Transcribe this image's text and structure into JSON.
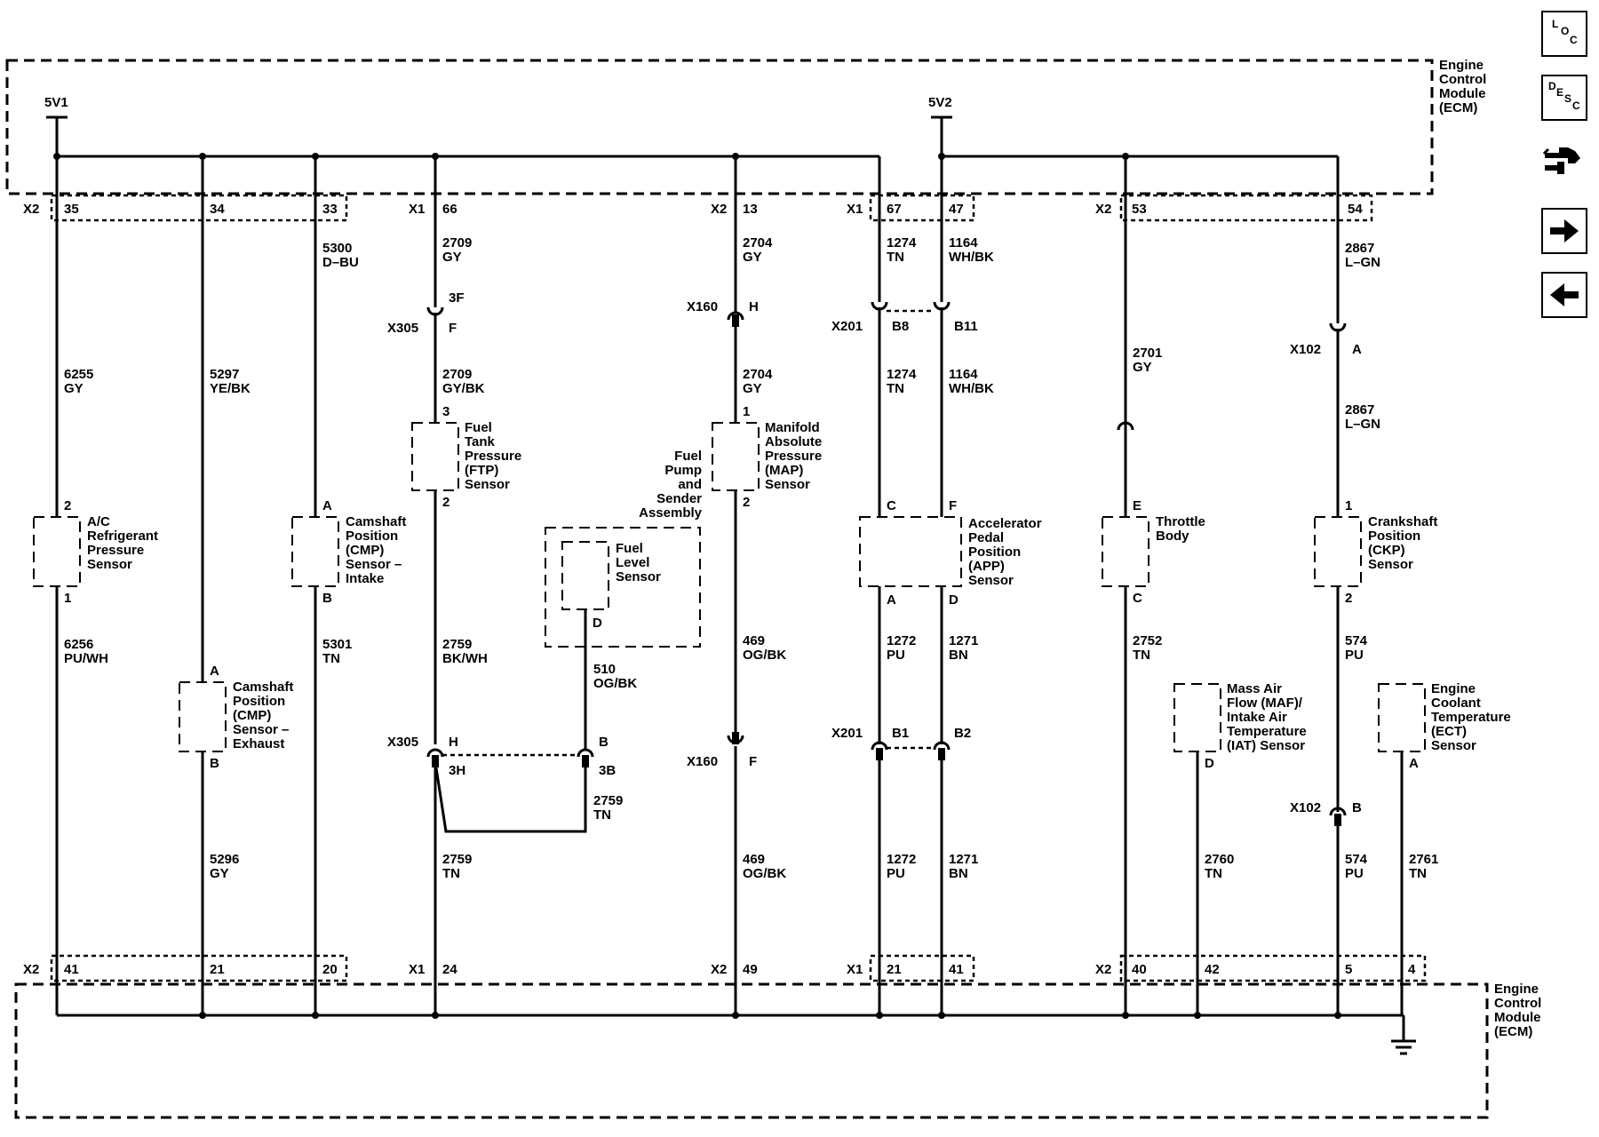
{
  "ecm": {
    "name_top": [
      "Engine",
      "Control",
      "Module",
      "(ECM)"
    ],
    "name_bottom": [
      "Engine",
      "Control",
      "Module",
      "(ECM)"
    ]
  },
  "supplies": {
    "v1": "5V1",
    "v2": "5V2"
  },
  "top_connectors": {
    "c1": {
      "id": "X2",
      "pins": [
        "35",
        "34",
        "33"
      ]
    },
    "c2": {
      "id": "X1",
      "pins": [
        "66"
      ]
    },
    "c3": {
      "id": "X2",
      "pins": [
        "13"
      ]
    },
    "c4": {
      "id": "X1",
      "pins": [
        "67",
        "47"
      ]
    },
    "c5": {
      "id": "X2",
      "pins": [
        "53",
        "54"
      ]
    }
  },
  "bottom_connectors": {
    "c1": {
      "id": "X2",
      "pins": [
        "41",
        "21",
        "20"
      ]
    },
    "c2": {
      "id": "X1",
      "pins": [
        "24"
      ]
    },
    "c3": {
      "id": "X2",
      "pins": [
        "49"
      ]
    },
    "c4": {
      "id": "X1",
      "pins": [
        "21",
        "41"
      ]
    },
    "c5": {
      "id": "X2",
      "pins": [
        "40",
        "42",
        "5",
        "4"
      ]
    }
  },
  "inline": {
    "x305": {
      "id": "X305",
      "p1a": "3F",
      "p1b": "F",
      "p2a": "H",
      "p2b": "3H",
      "p3a": "B",
      "p3b": "3B"
    },
    "x160": {
      "id": "X160",
      "p1": "H",
      "p2": "F"
    },
    "x201": {
      "id": "X201",
      "p1": "B8",
      "p2": "B11",
      "p3": "B1",
      "p4": "B2"
    },
    "x102": {
      "id": "X102",
      "p1": "A",
      "p2": "B"
    }
  },
  "wires": {
    "w6255": [
      "6255",
      "GY"
    ],
    "w6256": [
      "6256",
      "PU/WH"
    ],
    "w5297": [
      "5297",
      "YE/BK"
    ],
    "w5296": [
      "5296",
      "GY"
    ],
    "w5300": [
      "5300",
      "D–BU"
    ],
    "w5301": [
      "5301",
      "TN"
    ],
    "w2709a": [
      "2709",
      "GY"
    ],
    "w2709b": [
      "2709",
      "GY/BK"
    ],
    "w2759a": [
      "2759",
      "BK/WH"
    ],
    "w2759b": [
      "2759",
      "TN"
    ],
    "w2759c": [
      "2759",
      "TN"
    ],
    "w510": [
      "510",
      "OG/BK"
    ],
    "w2704a": [
      "2704",
      "GY"
    ],
    "w2704b": [
      "2704",
      "GY"
    ],
    "w469a": [
      "469",
      "OG/BK"
    ],
    "w469b": [
      "469",
      "OG/BK"
    ],
    "w1274a": [
      "1274",
      "TN"
    ],
    "w1274b": [
      "1274",
      "TN"
    ],
    "w1164a": [
      "1164",
      "WH/BK"
    ],
    "w1164b": [
      "1164",
      "WH/BK"
    ],
    "w1272a": [
      "1272",
      "PU"
    ],
    "w1272b": [
      "1272",
      "PU"
    ],
    "w1271a": [
      "1271",
      "BN"
    ],
    "w1271b": [
      "1271",
      "BN"
    ],
    "w2701": [
      "2701",
      "GY"
    ],
    "w2752": [
      "2752",
      "TN"
    ],
    "w2760": [
      "2760",
      "TN"
    ],
    "w2867a": [
      "2867",
      "L–GN"
    ],
    "w2867b": [
      "2867",
      "L–GN"
    ],
    "w574a": [
      "574",
      "PU"
    ],
    "w574b": [
      "574",
      "PU"
    ],
    "w2761": [
      "2761",
      "TN"
    ]
  },
  "components": {
    "ac": {
      "label": [
        "A/C",
        "Refrigerant",
        "Pressure",
        "Sensor"
      ],
      "pin_top": "2",
      "pin_bot": "1"
    },
    "cmp_intake": {
      "label": [
        "Camshaft",
        "Position",
        "(CMP)",
        "Sensor –",
        "Intake"
      ],
      "pin_top": "A",
      "pin_bot": "B"
    },
    "cmp_exhaust": {
      "label": [
        "Camshaft",
        "Position",
        "(CMP)",
        "Sensor –",
        "Exhaust"
      ],
      "pin_top": "A",
      "pin_bot": "B"
    },
    "ftp": {
      "label": [
        "Fuel",
        "Tank",
        "Pressure",
        "(FTP)",
        "Sensor"
      ],
      "pin_top": "3",
      "pin_bot": "2"
    },
    "fuel_assembly": {
      "label": [
        "Fuel",
        "Pump",
        "and",
        "Sender",
        "Assembly"
      ]
    },
    "fuel_level": {
      "label": [
        "Fuel",
        "Level",
        "Sensor"
      ],
      "pin": "D"
    },
    "map": {
      "label": [
        "Manifold",
        "Absolute",
        "Pressure",
        "(MAP)",
        "Sensor"
      ],
      "pin_top": "1",
      "pin_bot": "2"
    },
    "app": {
      "label": [
        "Accelerator",
        "Pedal",
        "Position",
        "(APP)",
        "Sensor"
      ],
      "pins": [
        "C",
        "F",
        "A",
        "D"
      ]
    },
    "throttle": {
      "label": [
        "Throttle",
        "Body"
      ],
      "pin_top": "E",
      "pin_bot": "C"
    },
    "ckp": {
      "label": [
        "Crankshaft",
        "Position",
        "(CKP)",
        "Sensor"
      ],
      "pin_top": "1",
      "pin_bot": "2"
    },
    "maf": {
      "label": [
        "Mass Air",
        "Flow (MAF)/",
        "Intake Air",
        "Temperature",
        "(IAT) Sensor"
      ],
      "pin": "D"
    },
    "ect": {
      "label": [
        "Engine",
        "Coolant",
        "Temperature",
        "(ECT)",
        "Sensor"
      ],
      "pin": "A"
    }
  },
  "nav": {
    "loc": {
      "letters": [
        "L",
        "O",
        "C"
      ]
    },
    "desc": {
      "letters": [
        "D",
        "E",
        "S",
        "C"
      ]
    },
    "icons": [
      "connector-icon",
      "arrow-right-icon",
      "arrow-left-icon"
    ]
  }
}
